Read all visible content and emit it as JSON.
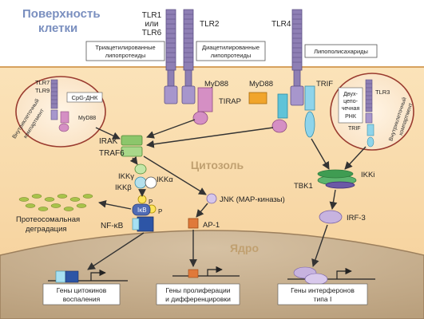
{
  "labels": {
    "surface_line1": "Поверхность",
    "surface_line2": "клетки",
    "tlr1_line1": "TLR1",
    "tlr1_line2": "или",
    "tlr1_line3": "TLR6",
    "tlr2": "TLR2",
    "tlr4": "TLR4",
    "ligand1_line1": "Триацетилированные",
    "ligand1_line2": "липопротеиды",
    "ligand2_line1": "Диацетилированные",
    "ligand2_line2": "липопротеиды",
    "ligand3": "Липополисахариды",
    "myd88_a": "MyD88",
    "tirap": "TIRAP",
    "myd88_b": "MyD88",
    "trif_top": "TRIF",
    "tlr7": "TLR7",
    "tlr9": "TLR9",
    "cpg": "CpG-ДНК",
    "myd88_small": "MyD88",
    "endo_left_line1": "Внутриклеточный",
    "endo_left_line2": "компартмент",
    "irak": "IRAK",
    "traf6": "TRAF6",
    "ikkg": "IKKγ",
    "ikkb": "IKKβ",
    "ikka": "IKKα",
    "p1": "P",
    "p2": "P",
    "ikb": "IκB",
    "nfkb": "NF-κB",
    "degradation_line1": "Протеосомальная",
    "degradation_line2": "деградация",
    "cytosol": "Цитозоль",
    "jnk": "JNK (MAP-киназы)",
    "ap1": "AP-1",
    "tbk1": "TBK1",
    "ikki": "IKKi",
    "irf3": "IRF-3",
    "dsrna_line1": "Двух-",
    "dsrna_line2": "цепо-",
    "dsrna_line3": "чечная",
    "dsrna_line4": "РНК",
    "tlr3": "TLR3",
    "trif_small": "TRIF",
    "endo_right_line1": "Внутриклеточный",
    "endo_right_line2": "компартмент",
    "nucleus": "Ядро",
    "gene1_line1": "Гены цитокинов",
    "gene1_line2": "воспаления",
    "gene2_line1": "Гены пролиферации",
    "gene2_line2": "и дифференцировки",
    "gene3_line1": "Гены интерферонов",
    "gene3_line2": "типа I"
  },
  "colors": {
    "cytoplasm": "#f8d9a8",
    "nucleus": "#c9b394",
    "receptor": "#8e7fb4",
    "myd88": "#d58fc4",
    "tirap": "#f1a52b",
    "trif": "#8fd4ea",
    "irak_traf6": "#8cc66b",
    "ikb": "#4f6bb5",
    "nfkb": "#2d55a6",
    "ap1": "#e0793a",
    "tbk1": "#4fae62",
    "irf3": "#c7b3df",
    "arrow": "#333333",
    "title": "#7a8fbf",
    "zone_label": "#c0a070"
  }
}
